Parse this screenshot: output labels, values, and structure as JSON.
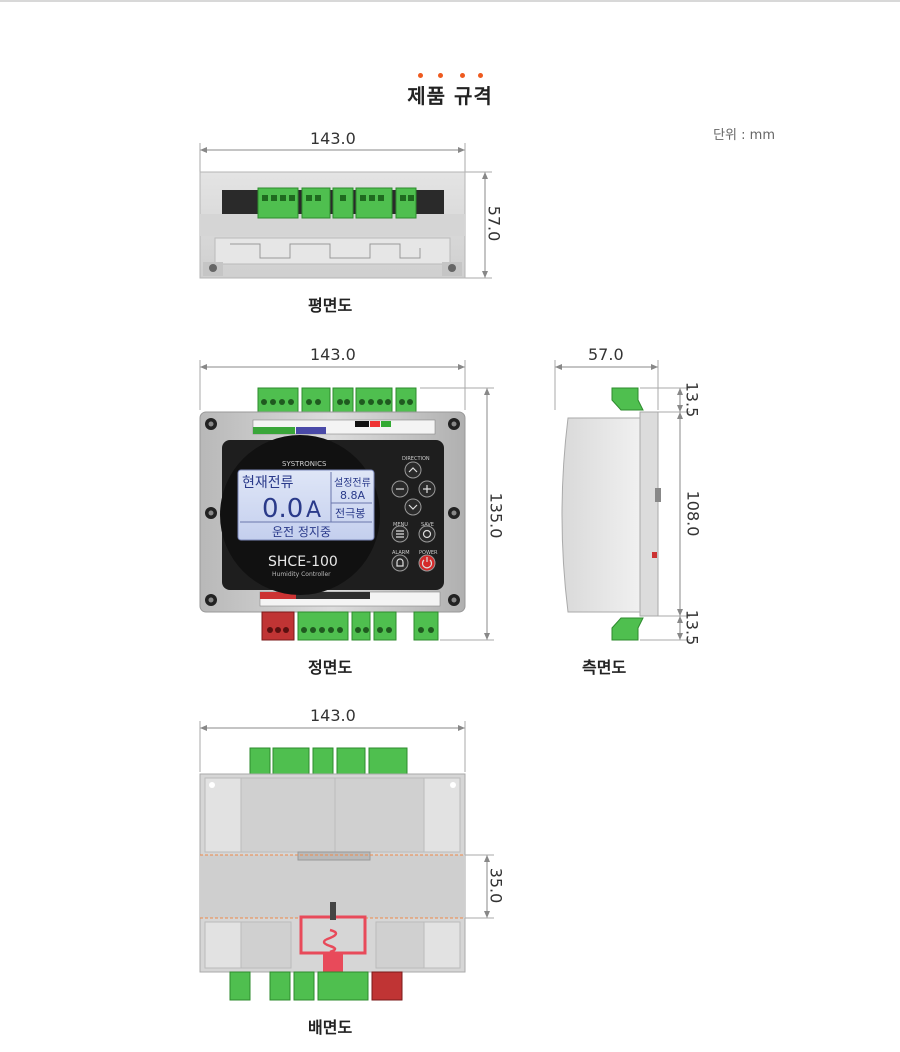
{
  "title": "제품 규격",
  "unit_label": "단위 : mm",
  "accent_color": "#ee5a1f",
  "top_view": {
    "width_label": "143.0",
    "height_label": "57.0",
    "caption": "평면도"
  },
  "front_view": {
    "width_label": "143.0",
    "height_label": "135.0",
    "caption": "정면도",
    "brand": "SYSTRONICS",
    "model": "SHCE-100",
    "subtitle": "Humidity Controller",
    "lcd": {
      "main_label": "현재전류",
      "main_value": "0.0",
      "main_unit": "A",
      "set_label": "설정전류",
      "set_value": "8.8A",
      "electrode_label": "전극봉",
      "status": "운전 정지중"
    },
    "buttons": {
      "direction": "DIRECTION",
      "menu": "MENU",
      "save": "SAVE",
      "alarm": "ALARM",
      "power": "POWER"
    }
  },
  "side_view": {
    "depth_label": "57.0",
    "top_label": "13.5",
    "mid_label": "108.0",
    "bottom_label": "13.5",
    "caption": "측면도"
  },
  "back_view": {
    "width_label": "143.0",
    "rail_label": "35.0",
    "caption": "배면도"
  }
}
